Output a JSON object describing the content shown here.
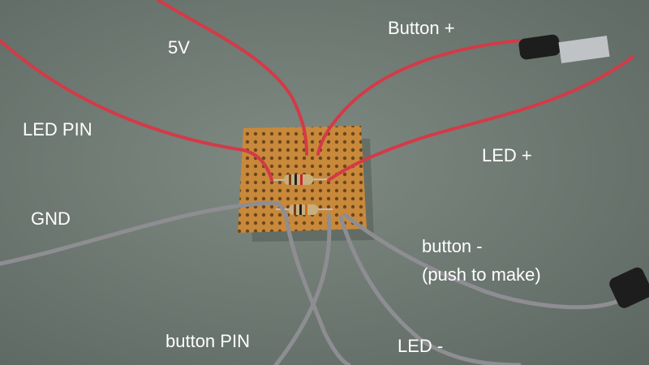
{
  "photo": {
    "description_colors": {
      "desk": "#6f7a74",
      "board": "#c9893a",
      "red_wire": "#d43a47",
      "grey_wire": "#8e8e92"
    }
  },
  "labels": {
    "five_v": "5V",
    "button_plus": "Button +",
    "led_pin": "LED PIN",
    "led_plus": "LED +",
    "gnd": "GND",
    "button_minus": "button -",
    "push_to_make": "(push to make)",
    "button_pin": "button PIN",
    "led_minus": "LED -"
  }
}
